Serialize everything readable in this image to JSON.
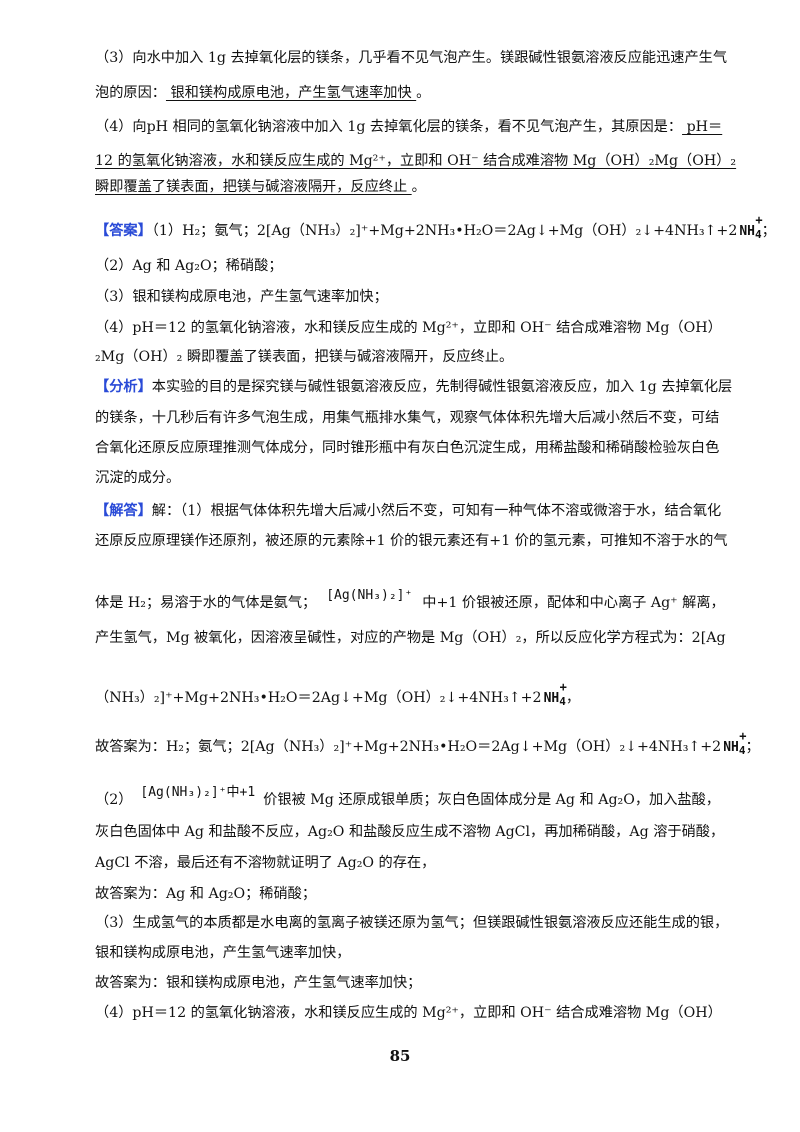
{
  "lines": {
    "l1": "（3）向水中加入 1g 去掉氧化层的镁条，几乎看不见气泡产生。镁跟碱性银氨溶液反应能迅速产生气",
    "l2a": "泡的原因：",
    "l2b": "  银和镁构成原电池，产生氢气速率加快  ",
    "l2c": "。",
    "l3a": "（4）向pH 相同的氢氧化钠溶液中加入 1g 去掉氧化层的镁条，看不见气泡产生，其原因是：",
    "l3b": "  pH＝",
    "l4": "12  的氢氧化钠溶液，水和镁反应生成的  Mg²⁺，立即和  OH⁻  结合成难溶物 Mg（OH）₂Mg（OH）₂",
    "l5a": "瞬即覆盖了镁表面，把镁与碱溶液隔开，反应终止  ",
    "l5b": "。",
    "ans_tag": "【答案】",
    "ans1": "（1）H₂；氨气；2[Ag（NH₃）₂]⁺+Mg+2NH₃•H₂O＝2Ag↓+Mg（OH）₂↓+4NH₃↑+2",
    "ans1_end": "；",
    "ans2": "（2）Ag 和  Ag₂O；稀硝酸；",
    "ans3": "（3）银和镁构成原电池，产生氢气速率加快；",
    "ans4a": "（4）pH＝12  的氢氧化钠溶液，水和镁反应生成的  Mg²⁺，立即和  OH⁻  结合成难溶物 Mg（OH）",
    "ans4b": "₂Mg（OH）₂ 瞬即覆盖了镁表面，把镁与碱溶液隔开，反应终止。",
    "ana_tag": "【分析】",
    "ana1": "本实验的目的是探究镁与碱性银氨溶液反应，先制得碱性银氨溶液反应，加入 1g 去掉氧化层",
    "ana2": "的镁条，十几秒后有许多气泡生成，用集气瓶排水集气，观察气体体积先增大后减小然后不变，可结",
    "ana3": "合氧化还原反应原理推测气体成分，同时锥形瓶中有灰白色沉淀生成，用稀盐酸和稀硝酸检验灰白色",
    "ana4": "沉淀的成分。",
    "sol_tag": "【解答】",
    "sol1": "解：（1）根据气体体积先增大后减小然后不变，可知有一种气体不溶或微溶于水，结合氧化",
    "sol2": "还原反应原理镁作还原剂，被还原的元素除+1  价的银元素还有+1 价的氢元素，可推知不溶于水的气",
    "sol3a": "体是  H₂；易溶于水的气体是氨气；",
    "sol3f": "[Ag(NH₃)₂]⁺",
    "sol3b": "中+1 价银被还原，配体和中心离子  Ag⁺ 解离，",
    "sol4": "产生氢气，Mg 被氧化，因溶液呈碱性，对应的产物是  Mg（OH）₂，所以反应化学方程式为：2[Ag",
    "sol5": "（NH₃）₂]⁺+Mg+2NH₃•H₂O＝2Ag↓+Mg（OH）₂↓+4NH₃↑+2",
    "sol5_end": "，",
    "sol6": "故答案为：H₂；氨气；2[Ag（NH₃）₂]⁺+Mg+2NH₃•H₂O＝2Ag↓+Mg（OH）₂↓+4NH₃↑+2",
    "sol6_end": "；",
    "sol7a": "（2）",
    "sol7f": "[Ag(NH₃)₂]⁺中+1",
    "sol7b": "价银被 Mg 还原成银单质；灰白色固体成分是 Ag 和  Ag₂O，加入盐酸，",
    "sol8": "灰白色固体中 Ag 和盐酸不反应，Ag₂O  和盐酸反应生成不溶物 AgCl，再加稀硝酸，Ag 溶于硝酸，",
    "sol9": "AgCl 不溶，最后还有不溶物就证明了  Ag₂O  的存在，",
    "sol10": "故答案为：Ag 和  Ag₂O；稀硝酸；",
    "sol11": "（3）生成氢气的本质都是水电离的氢离子被镁还原为氢气；但镁跟碱性银氨溶液反应还能生成的银，",
    "sol12": "银和镁构成原电池，产生氢气速率加快，",
    "sol13": "故答案为：银和镁构成原电池，产生氢气速率加快；",
    "sol14": "（4）pH＝12  的氢氧化钠溶液，水和镁反应生成的  Mg²⁺，立即和  OH⁻  结合成难溶物 Mg（OH）"
  },
  "ion": {
    "base": "NH",
    "sub": "4",
    "sup": "+"
  },
  "page_number": "85",
  "colors": {
    "tag": "#2a4bd7",
    "text": "#111111"
  }
}
